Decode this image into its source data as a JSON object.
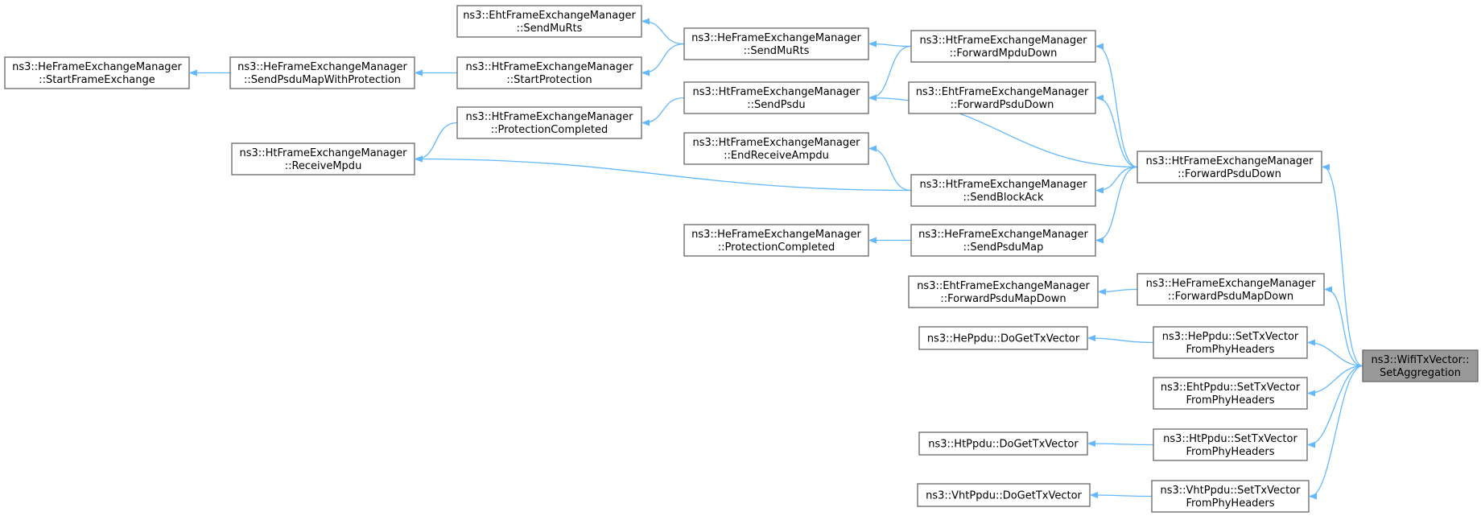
{
  "diagram": {
    "root_node": "n_wifi_setagg",
    "colors": {
      "edge": "#63b8ff",
      "node_border": "#666666",
      "node_fill": "#ffffff",
      "root_fill": "#999999",
      "text": "#000000"
    },
    "nodes": [
      {
        "id": "n_eht_sendmurts",
        "lines": [
          "ns3::EhtFrameExchangeManager",
          "::SendMuRts"
        ]
      },
      {
        "id": "n_he_sendmurts",
        "lines": [
          "ns3::HeFrameExchangeManager",
          "::SendMuRts"
        ]
      },
      {
        "id": "n_ht_fwdmpdu",
        "lines": [
          "ns3::HtFrameExchangeManager",
          "::ForwardMpduDown"
        ]
      },
      {
        "id": "n_he_startfe",
        "lines": [
          "ns3::HeFrameExchangeManager",
          "::StartFrameExchange"
        ]
      },
      {
        "id": "n_he_sendpsdumapprot",
        "lines": [
          "ns3::HeFrameExchangeManager",
          "::SendPsduMapWithProtection"
        ]
      },
      {
        "id": "n_ht_startprot",
        "lines": [
          "ns3::HtFrameExchangeManager",
          "::StartProtection"
        ]
      },
      {
        "id": "n_ht_sendpsdu",
        "lines": [
          "ns3::HtFrameExchangeManager",
          "::SendPsdu"
        ]
      },
      {
        "id": "n_eht_fwdpsdu",
        "lines": [
          "ns3::EhtFrameExchangeManager",
          "::ForwardPsduDown"
        ]
      },
      {
        "id": "n_ht_protcompl",
        "lines": [
          "ns3::HtFrameExchangeManager",
          "::ProtectionCompleted"
        ]
      },
      {
        "id": "n_ht_recvmpdu",
        "lines": [
          "ns3::HtFrameExchangeManager",
          "::ReceiveMpdu"
        ]
      },
      {
        "id": "n_ht_endrecv",
        "lines": [
          "ns3::HtFrameExchangeManager",
          "::EndReceiveAmpdu"
        ]
      },
      {
        "id": "n_ht_fwdpsdudown",
        "lines": [
          "ns3::HtFrameExchangeManager",
          "::ForwardPsduDown"
        ]
      },
      {
        "id": "n_ht_sendblockack",
        "lines": [
          "ns3::HtFrameExchangeManager",
          "::SendBlockAck"
        ]
      },
      {
        "id": "n_he_protcompl",
        "lines": [
          "ns3::HeFrameExchangeManager",
          "::ProtectionCompleted"
        ]
      },
      {
        "id": "n_he_sendpsdumap",
        "lines": [
          "ns3::HeFrameExchangeManager",
          "::SendPsduMap"
        ]
      },
      {
        "id": "n_eht_fwdpsdumap",
        "lines": [
          "ns3::EhtFrameExchangeManager",
          "::ForwardPsduMapDown"
        ]
      },
      {
        "id": "n_he_fwdpsdumap",
        "lines": [
          "ns3::HeFrameExchangeManager",
          "::ForwardPsduMapDown"
        ]
      },
      {
        "id": "n_heppdu_dogettx",
        "lines": [
          "ns3::HePpdu::DoGetTxVector"
        ]
      },
      {
        "id": "n_heppdu_settx",
        "lines": [
          "ns3::HePpdu::SetTxVector",
          "FromPhyHeaders"
        ]
      },
      {
        "id": "n_wifi_setagg",
        "lines": [
          "ns3::WifiTxVector::",
          "SetAggregation"
        ]
      },
      {
        "id": "n_ehtppdu_settx",
        "lines": [
          "ns3::EhtPpdu::SetTxVector",
          "FromPhyHeaders"
        ]
      },
      {
        "id": "n_htppdu_dogettx",
        "lines": [
          "ns3::HtPpdu::DoGetTxVector"
        ]
      },
      {
        "id": "n_htppdu_settx",
        "lines": [
          "ns3::HtPpdu::SetTxVector",
          "FromPhyHeaders"
        ]
      },
      {
        "id": "n_vhtppdu_dogettx",
        "lines": [
          "ns3::VhtPpdu::DoGetTxVector"
        ]
      },
      {
        "id": "n_vhtppdu_settx",
        "lines": [
          "ns3::VhtPpdu::SetTxVector",
          "FromPhyHeaders"
        ]
      }
    ],
    "edges": [
      {
        "from": "n_eht_sendmurts",
        "to": "n_he_sendmurts"
      },
      {
        "from": "n_he_sendmurts",
        "to": "n_ht_fwdmpdu"
      },
      {
        "from": "n_ht_startprot",
        "to": "n_he_sendmurts"
      },
      {
        "from": "n_he_startfe",
        "to": "n_he_sendpsdumapprot"
      },
      {
        "from": "n_he_sendpsdumapprot",
        "to": "n_ht_startprot"
      },
      {
        "from": "n_ht_sendpsdu",
        "to": "n_ht_fwdmpdu"
      },
      {
        "from": "n_ht_fwdmpdu",
        "to": "n_ht_fwdpsdudown"
      },
      {
        "from": "n_eht_fwdpsdu",
        "to": "n_ht_fwdpsdudown"
      },
      {
        "from": "n_ht_sendpsdu",
        "to": "n_ht_fwdpsdudown"
      },
      {
        "from": "n_ht_protcompl",
        "to": "n_ht_sendpsdu"
      },
      {
        "from": "n_ht_recvmpdu",
        "to": "n_ht_protcompl"
      },
      {
        "from": "n_ht_recvmpdu",
        "to": "n_ht_sendblockack"
      },
      {
        "from": "n_ht_endrecv",
        "to": "n_ht_sendblockack"
      },
      {
        "from": "n_ht_sendblockack",
        "to": "n_ht_fwdpsdudown"
      },
      {
        "from": "n_he_sendpsdumap",
        "to": "n_ht_fwdpsdudown"
      },
      {
        "from": "n_he_protcompl",
        "to": "n_he_sendpsdumap"
      },
      {
        "from": "n_ht_fwdpsdudown",
        "to": "n_wifi_setagg"
      },
      {
        "from": "n_eht_fwdpsdumap",
        "to": "n_he_fwdpsdumap"
      },
      {
        "from": "n_he_fwdpsdumap",
        "to": "n_wifi_setagg"
      },
      {
        "from": "n_heppdu_dogettx",
        "to": "n_heppdu_settx"
      },
      {
        "from": "n_heppdu_settx",
        "to": "n_wifi_setagg"
      },
      {
        "from": "n_ehtppdu_settx",
        "to": "n_wifi_setagg"
      },
      {
        "from": "n_htppdu_dogettx",
        "to": "n_htppdu_settx"
      },
      {
        "from": "n_htppdu_settx",
        "to": "n_wifi_setagg"
      },
      {
        "from": "n_vhtppdu_dogettx",
        "to": "n_vhtppdu_settx"
      },
      {
        "from": "n_vhtppdu_settx",
        "to": "n_wifi_setagg"
      }
    ]
  }
}
